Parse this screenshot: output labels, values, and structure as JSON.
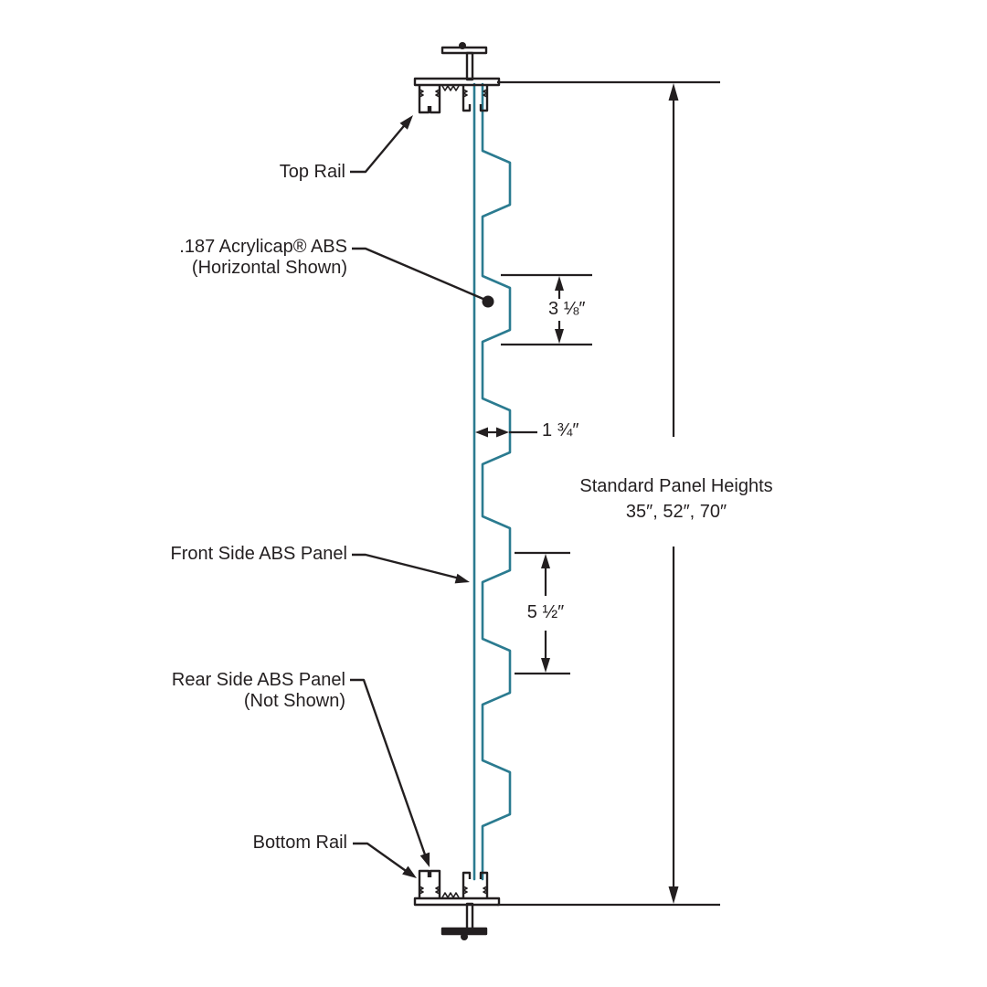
{
  "diagram": {
    "labels": {
      "top_rail": "Top Rail",
      "acrylicap_line1": ".187 Acrylicap® ABS",
      "acrylicap_line2": "(Horizontal Shown)",
      "front_panel": "Front Side ABS Panel",
      "rear_panel_line1": "Rear Side ABS Panel",
      "rear_panel_line2": "(Not Shown)",
      "bottom_rail": "Bottom Rail",
      "panel_heights_line1": "Standard Panel Heights",
      "panel_heights_line2": "35″, 52″, 70″"
    },
    "dimensions": {
      "rib_height": "3 ⅛″",
      "rib_depth": "1 ¾″",
      "rib_pitch": "5 ½″"
    },
    "colors": {
      "line": "#231f20",
      "panel_profile": "#2b7b90",
      "background": "#ffffff"
    }
  }
}
